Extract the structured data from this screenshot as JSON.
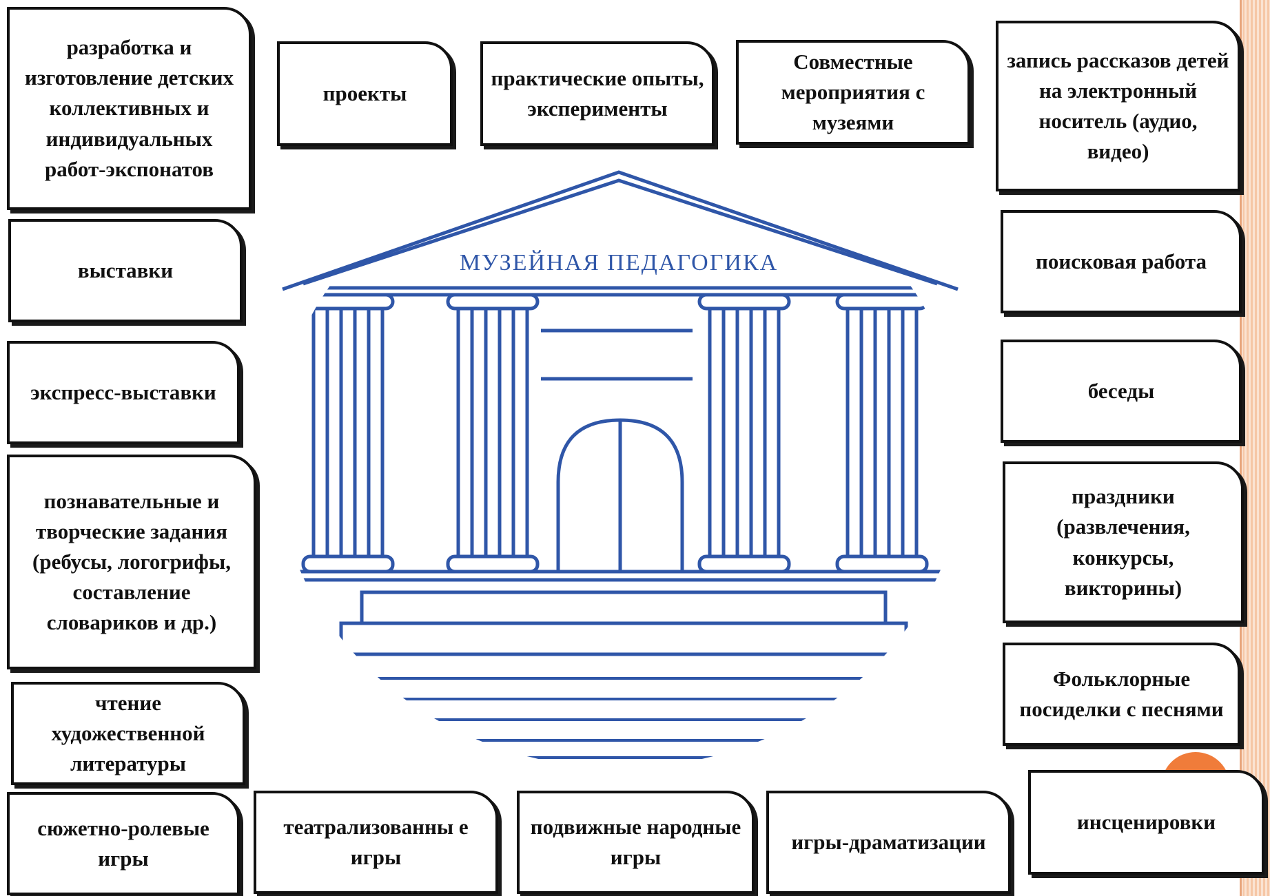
{
  "emblem": {
    "title": "МУЗЕЙНАЯ ПЕДАГОГИКА",
    "line_color": "#2f56a8"
  },
  "boxes": {
    "exhibits_making": "разработка и изготовление детских коллективных и индивидуальных работ-экспонатов",
    "projects": "проекты",
    "experiments": "практические опыты, эксперименты",
    "museum_events": "Совместные мероприятия с музеями",
    "recording": "запись рассказов детей на электронный носитель (аудио, видео)",
    "exhibitions": "выставки",
    "search_work": "поисковая работа",
    "express_exhibitions": "экспресс-выставки",
    "conversations": "беседы",
    "creative_tasks": "познавательные и творческие задания (ребусы, логогрифы, составление словариков  и др.)",
    "holidays": "праздники (развлечения, конкурсы, викторины)",
    "folklore": "Фольклорные посиделки с песнями",
    "reading": "чтение художественной литературы",
    "role_games": "сюжетно-ролевые игры",
    "theatrical_games": "театрализованны е игры",
    "folk_games": "подвижные народные игры",
    "dramatization_games": "игры-драматизации",
    "stagings": "инсценировки"
  },
  "colors": {
    "accent_orange": "#f07c3a",
    "side_stripe": "#f6c7a6",
    "box_border": "#111111"
  }
}
